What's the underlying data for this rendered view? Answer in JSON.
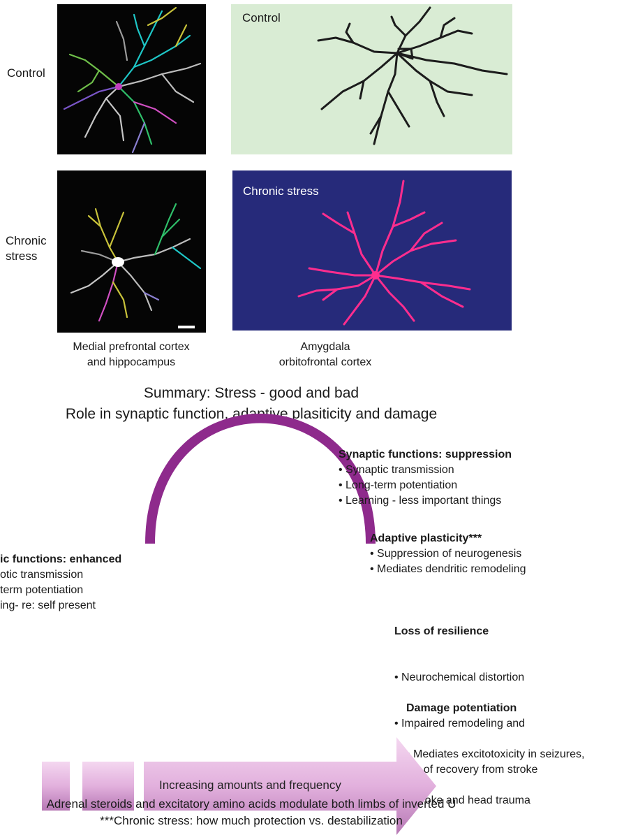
{
  "row_labels": {
    "control": "Control",
    "chronic": "Chronic stress"
  },
  "panels": {
    "control_green_label": "Control",
    "chronic_blue_label": "Chronic stress"
  },
  "captions": {
    "left": [
      "Medial prefrontal cortex",
      "and hippocampus"
    ],
    "right": [
      "Amygdala",
      "orbitofrontal cortex"
    ]
  },
  "summary": {
    "title": "Summary: Stress - good and bad",
    "subtitle": "Role in synaptic function, adaptive plasiticity and damage"
  },
  "left_block": {
    "heading": "ic functions: enhanced",
    "items": [
      "otic transmission",
      "term potentiation",
      "ing- re: self present"
    ]
  },
  "right_blocks": [
    {
      "heading": "Synaptic functions: suppression",
      "items": [
        "• Synaptic transmission",
        "• Long-term potentiation",
        "• Learning - less important things"
      ]
    },
    {
      "heading": "Adaptive plasticity***",
      "items": [
        "• Suppression of neurogenesis",
        "• Mediates dendritic remodeling"
      ]
    },
    {
      "heading": "Loss of resilience",
      "items": [
        "• Neurochemical distortion",
        "• Impaired remodeling and",
        "  lack of recovery from stroke"
      ]
    },
    {
      "heading": "Damage potentiation",
      "items": [
        "• Mediates excitotoxicity in seizures,",
        "  stroke and head trauma"
      ]
    }
  ],
  "arrow_label": "Increasing amounts and frequency",
  "footer": {
    "line1": "Adrenal steroids and excitatory amino acids modulate both limbs of inverted U",
    "line2": "***Chronic stress: how much protection vs. destabilization"
  },
  "colors": {
    "control_panel_bg": "#d9ecd4",
    "chronic_panel_bg": "#262a7a",
    "chronic_dendrite": "#ff2d8e",
    "inverted_u": "#8e2a8c",
    "arrow_light": "#f4d7f0",
    "arrow_dark": "#b678b4"
  }
}
